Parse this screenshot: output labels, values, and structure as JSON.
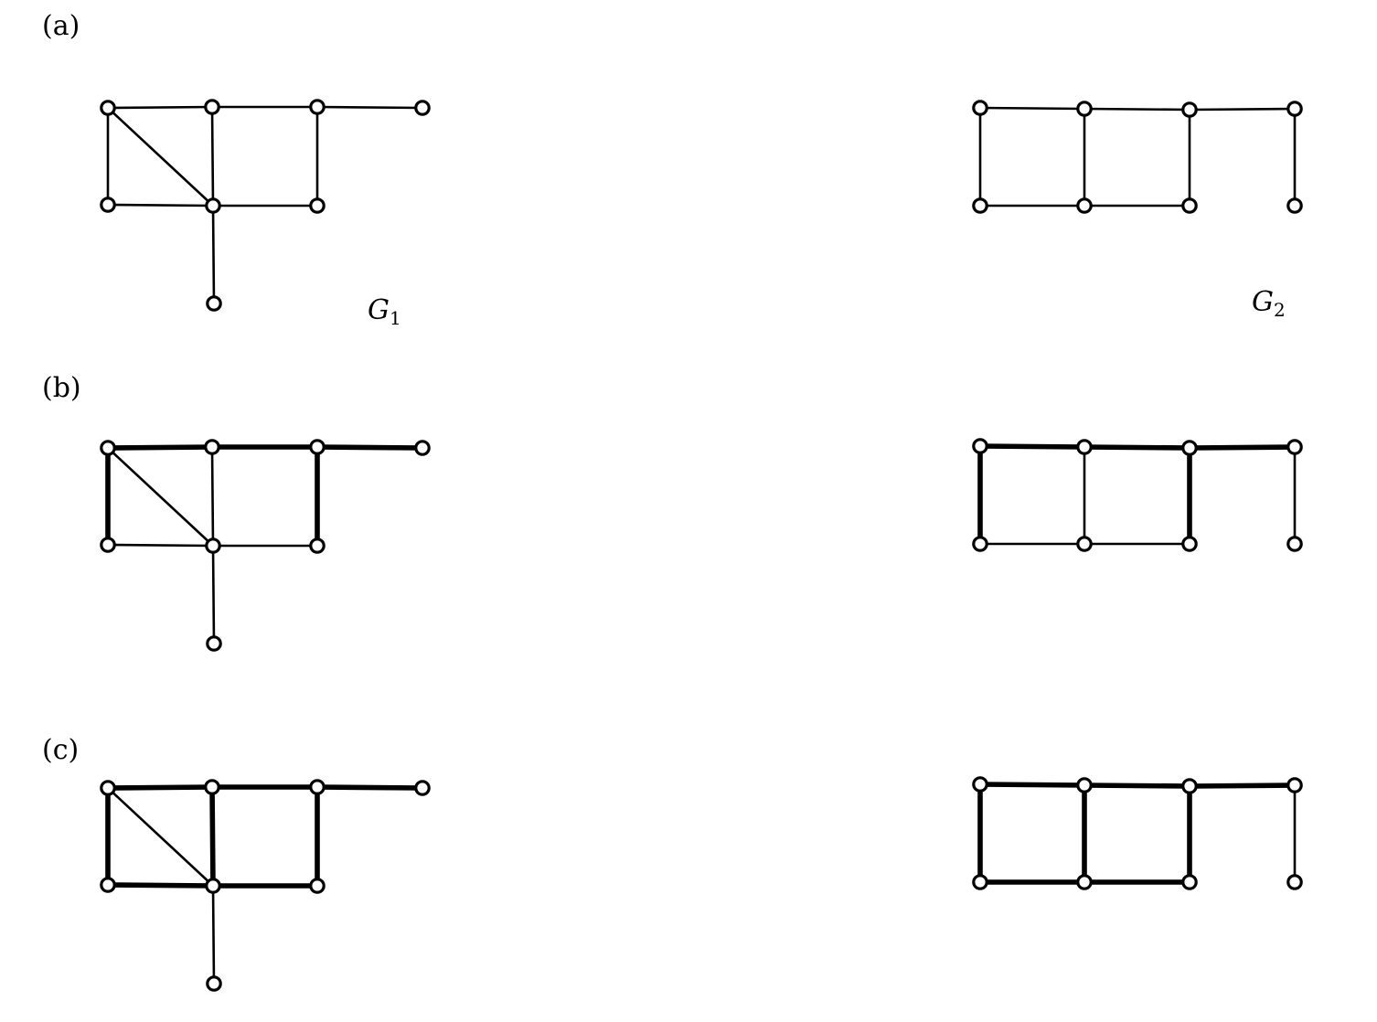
{
  "panels": [
    {
      "id": "a",
      "label": "(a)"
    },
    {
      "id": "b",
      "label": "(b)"
    },
    {
      "id": "c",
      "label": "(c)"
    }
  ],
  "graphs": {
    "G1": {
      "name": "G",
      "subscript": "1"
    },
    "G2": {
      "name": "G",
      "subscript": "2"
    }
  },
  "G1_edges": [
    {
      "id": "e1",
      "from": "v1",
      "to": "v2"
    },
    {
      "id": "e2",
      "from": "v2",
      "to": "v3"
    },
    {
      "id": "e3",
      "from": "v3",
      "to": "v4"
    },
    {
      "id": "e4",
      "from": "v1",
      "to": "v5"
    },
    {
      "id": "e5",
      "from": "v1",
      "to": "v6"
    },
    {
      "id": "e6",
      "from": "v2",
      "to": "v6"
    },
    {
      "id": "e7",
      "from": "v3",
      "to": "v7"
    },
    {
      "id": "e8",
      "from": "v5",
      "to": "v6"
    },
    {
      "id": "e9",
      "from": "v6",
      "to": "v7"
    },
    {
      "id": "e10",
      "from": "v6",
      "to": "v8"
    }
  ],
  "G2_edges": [
    {
      "id": "f1",
      "from": "u1",
      "to": "u2"
    },
    {
      "id": "f2",
      "from": "u2",
      "to": "u3"
    },
    {
      "id": "f3",
      "from": "u3",
      "to": "u4"
    },
    {
      "id": "f4",
      "from": "u1",
      "to": "u5"
    },
    {
      "id": "f5",
      "from": "u2",
      "to": "u6"
    },
    {
      "id": "f6",
      "from": "u3",
      "to": "u7"
    },
    {
      "id": "f7",
      "from": "u4",
      "to": "u8"
    },
    {
      "id": "f8",
      "from": "u5",
      "to": "u6"
    },
    {
      "id": "f9",
      "from": "u6",
      "to": "u7"
    }
  ],
  "highlighted_edges": {
    "a": {
      "G1": [],
      "G2": []
    },
    "b": {
      "G1": [
        "e1",
        "e2",
        "e3",
        "e4",
        "e7"
      ],
      "G2": [
        "f1",
        "f2",
        "f3",
        "f4",
        "f6"
      ]
    },
    "c": {
      "G1": [
        "e1",
        "e2",
        "e3",
        "e4",
        "e6",
        "e7",
        "e8",
        "e9"
      ],
      "G2": [
        "f1",
        "f2",
        "f3",
        "f4",
        "f5",
        "f6",
        "f8",
        "f9"
      ]
    }
  },
  "style": {
    "edge_color": "#000000",
    "vertex_fill": "#ffffff"
  }
}
